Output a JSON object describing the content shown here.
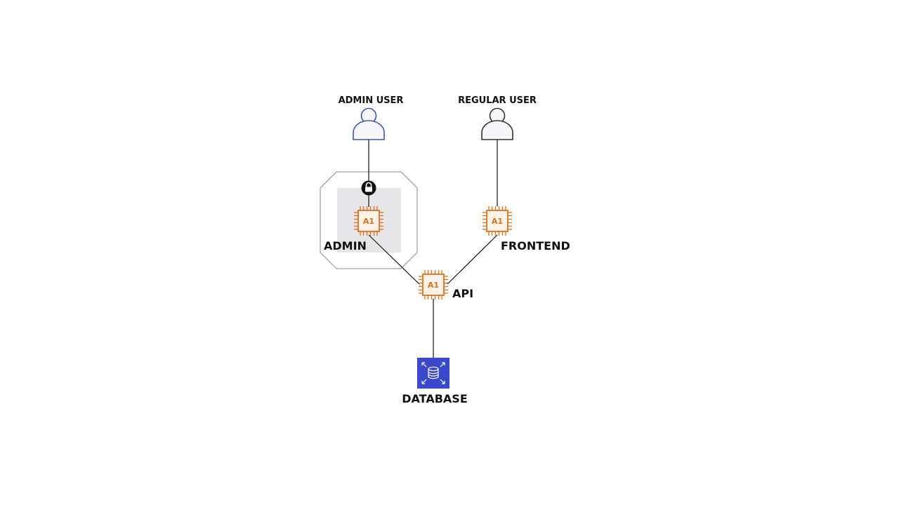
{
  "colors": {
    "admin_user": "#3d56b2",
    "regular_user": "#333333",
    "chip": "#e0701b",
    "chip_fill": "#fdf3ea",
    "database": "#3b48cc",
    "zone_fill": "#e6e6e8",
    "zone_border": "#888888",
    "lock": "#111111",
    "edge": "#111111"
  },
  "users": {
    "admin": {
      "label": "ADMIN USER",
      "icon": "user-icon"
    },
    "regular": {
      "label": "REGULAR USER",
      "icon": "user-icon"
    }
  },
  "nodes": {
    "admin": {
      "label": "ADMIN",
      "chip_text": "A1",
      "icon": "processor-chip-icon"
    },
    "frontend": {
      "label": "FRONTEND",
      "chip_text": "A1",
      "icon": "processor-chip-icon"
    },
    "api": {
      "label": "API",
      "chip_text": "A1",
      "icon": "processor-chip-icon"
    },
    "database": {
      "label": "DATABASE",
      "icon": "database-icon"
    }
  },
  "lock_icon": "lock-icon",
  "connections": [
    {
      "from": "ADMIN USER",
      "to": "ADMIN"
    },
    {
      "from": "REGULAR USER",
      "to": "FRONTEND"
    },
    {
      "from": "ADMIN",
      "to": "API"
    },
    {
      "from": "FRONTEND",
      "to": "API"
    },
    {
      "from": "API",
      "to": "DATABASE"
    }
  ]
}
